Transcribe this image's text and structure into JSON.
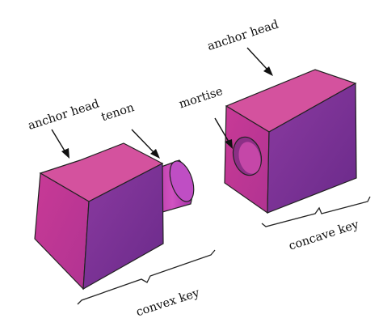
{
  "labels": {
    "convex_anchor_head": "anchor head",
    "tenon": "tenon",
    "convex_key": "convex key",
    "concave_anchor_head": "anchor head",
    "mortise": "mortise",
    "concave_key": "concave key"
  },
  "colors": {
    "front_face": "#c43a9a",
    "top_face": "#d9569f",
    "side_face": "#7d3196",
    "tenon_body": "#c53fae",
    "tenon_face": "#c050c8",
    "mortise_hole": "#b23f9f",
    "outline": "#222222"
  }
}
